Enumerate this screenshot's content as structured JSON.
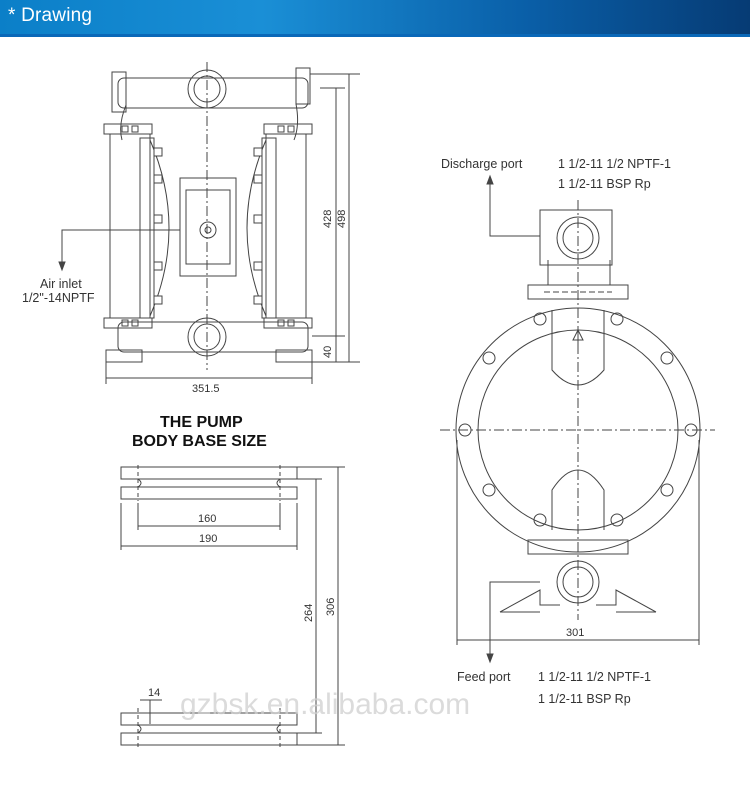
{
  "header": {
    "title": "* Drawing"
  },
  "left_view": {
    "air_inlet_label": "Air inlet",
    "air_inlet_spec": "1/2\"-14NPTF",
    "dim_width": "351.5",
    "dim_height_1": "428",
    "dim_height_2": "498",
    "dim_bottom": "40"
  },
  "base_size": {
    "title_line1": "THE PUMP",
    "title_line2": "BODY BASE SIZE",
    "dim_inner_width": "160",
    "dim_outer_width": "190",
    "dim_height_inner": "264",
    "dim_height_outer": "306",
    "dim_slot": "14"
  },
  "right_view": {
    "discharge_label": "Discharge port",
    "discharge_spec1": "1 1/2-11 1/2 NPTF-1",
    "discharge_spec2": "1 1/2-11 BSP Rp",
    "feed_label": "Feed port",
    "feed_spec1": "1 1/2-11 1/2 NPTF-1",
    "feed_spec2": "1 1/2-11 BSP Rp",
    "dim_width": "301"
  },
  "watermark": "gzbsk.en.alibaba.com"
}
